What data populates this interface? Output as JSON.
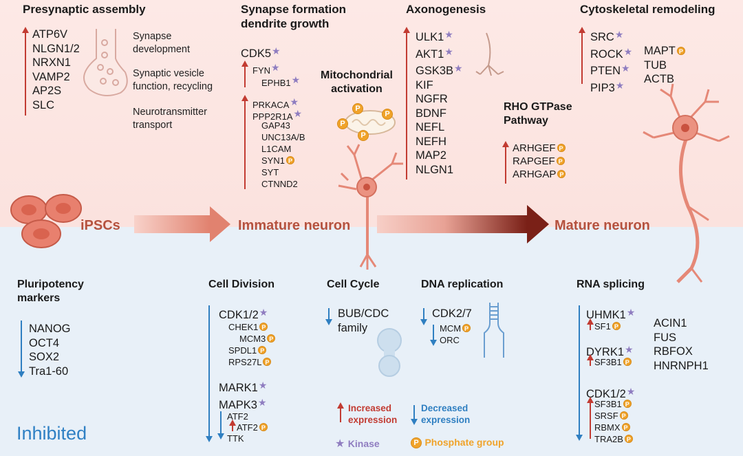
{
  "stages": [
    "iPSCs",
    "Immature neuron",
    "Mature neuron"
  ],
  "inhibited_label": "Inhibited",
  "presynaptic": {
    "title": "Presynaptic assembly",
    "genes": [
      "ATP6V",
      "NLGN1/2",
      "NRXN1",
      "VAMP2",
      "AP2S",
      "SLC"
    ],
    "desc": [
      "Synapse development",
      "Synaptic vesicle function, recycling",
      "Neurotransmitter transport"
    ]
  },
  "synapse": {
    "title": [
      "Synapse formation",
      "dendrite growth"
    ],
    "cdk5": "CDK5",
    "group1": [
      "FYN",
      "EPHB1"
    ],
    "group2": [
      "PRKACA",
      "PPP2R1A",
      "GAP43",
      "UNC13A/B",
      "L1CAM",
      "SYN1",
      "SYT",
      "CTNND2"
    ]
  },
  "mito": {
    "title": [
      "Mitochondrial",
      "activation"
    ]
  },
  "axon": {
    "title": "Axonogenesis",
    "genes": [
      "ULK1",
      "AKT1",
      "GSK3B",
      "KIF",
      "NGFR",
      "BDNF",
      "NEFL",
      "NEFH",
      "MAP2",
      "NLGN1"
    ]
  },
  "rho": {
    "title": [
      "RHO GTPase",
      "Pathway"
    ],
    "genes": [
      "ARHGEF",
      "RAPGEF",
      "ARHGAP"
    ]
  },
  "cyto": {
    "title": "Cytoskeletal remodeling",
    "col1": [
      "SRC",
      "ROCK",
      "PTEN",
      "PIP3"
    ],
    "col2": [
      "MAPT",
      "TUB",
      "ACTB"
    ]
  },
  "pluri": {
    "title": [
      "Pluripotency",
      "markers"
    ],
    "genes": [
      "NANOG",
      "OCT4",
      "SOX2",
      "Tra1-60"
    ]
  },
  "division": {
    "title": "Cell Division",
    "cdk": "CDK1/2",
    "sub1": [
      "CHEK1",
      "MCM3",
      "SPDL1",
      "RPS27L"
    ],
    "mark": [
      "MARK1",
      "MAPK3"
    ],
    "sub2": [
      "ATF2",
      "ATF2",
      "TTK"
    ]
  },
  "cycle": {
    "title": "Cell Cycle",
    "genes": [
      "BUB/CDC",
      "family"
    ]
  },
  "dna": {
    "title": "DNA replication",
    "main": "CDK2/7",
    "sub": [
      "MCM",
      "ORC"
    ]
  },
  "rna": {
    "title": "RNA splicing",
    "uhmk": "UHMK1",
    "sf1": "SF1",
    "dyrk": "DYRK1",
    "sf3b1": "SF3B1",
    "cdk": "CDK1/2",
    "cdk_sub": [
      "SF3B1",
      "SRSF",
      "RBMX",
      "TRA2B"
    ],
    "right": [
      "ACIN1",
      "FUS",
      "RBFOX",
      "HNRNPH1"
    ]
  },
  "legend": {
    "inc": [
      "Increased",
      "expression"
    ],
    "dec": [
      "Decreased",
      "expression"
    ],
    "kinase": "Kinase",
    "phosphate": "Phosphate group",
    "p_symbol": "P",
    "star_symbol": "★"
  },
  "colors": {
    "increase": "#c23b32",
    "decrease": "#2f7fc1",
    "kinase": "#8f7dc0",
    "phosphate": "#f0a32a",
    "cell": "#e8806e"
  }
}
